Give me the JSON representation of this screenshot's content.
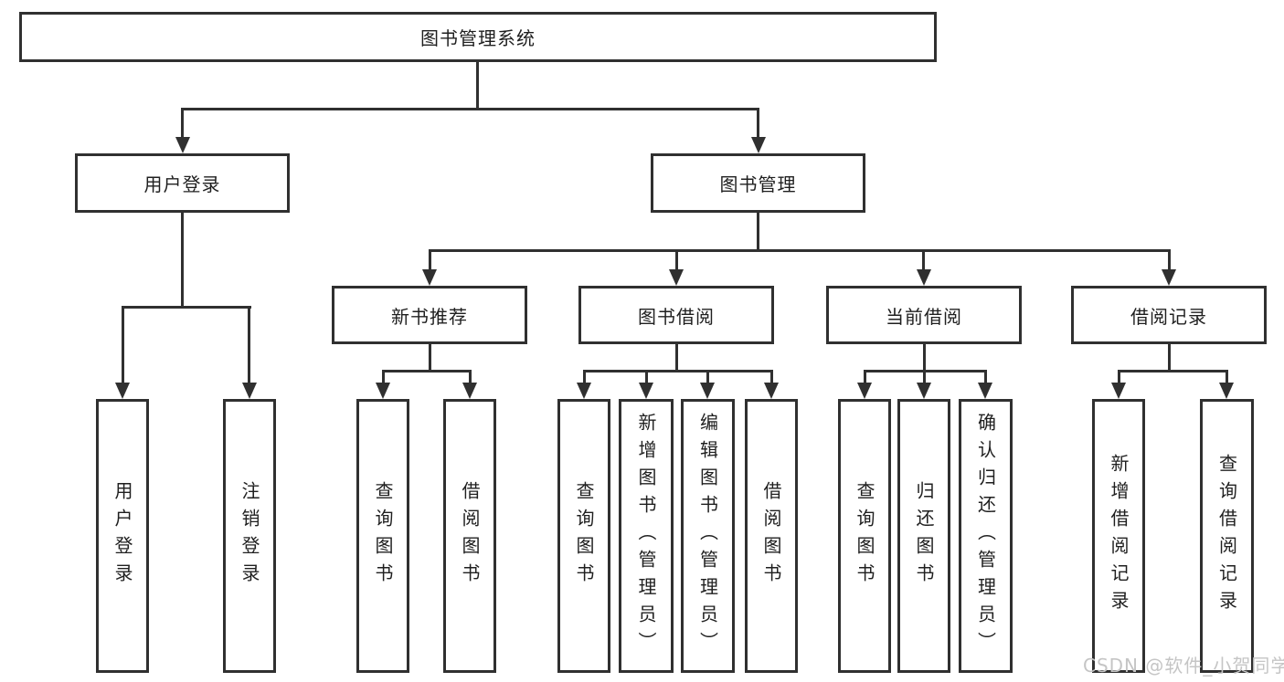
{
  "diagram": {
    "type": "tree",
    "root": {
      "label": "图书管理系统"
    },
    "branches": [
      {
        "label": "用户登录",
        "children": [
          "用户登录",
          "注销登录"
        ]
      },
      {
        "label": "图书管理",
        "children": [
          {
            "label": "新书推荐",
            "children": [
              "查询图书",
              "借阅图书"
            ]
          },
          {
            "label": "图书借阅",
            "children": [
              "查询图书",
              "新增图书（管理员）",
              "编辑图书（管理员）",
              "借阅图书"
            ]
          },
          {
            "label": "当前借阅",
            "children": [
              "查询图书",
              "归还图书",
              "确认归还（管理员）"
            ]
          },
          {
            "label": "借阅记录",
            "children": [
              "新增借阅记录",
              "查询借阅记录"
            ]
          }
        ]
      }
    ]
  },
  "watermark": {
    "text": "CSDN @软件_小贺同学"
  },
  "colors": {
    "line": "#303030",
    "text": "#1f1f1f",
    "background": "#ffffff",
    "watermark": "#c5c5c5"
  }
}
